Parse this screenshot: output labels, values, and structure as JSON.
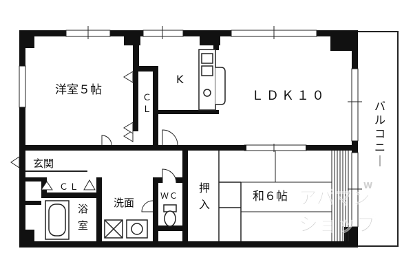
{
  "rooms": {
    "western_room": "洋室５帖",
    "kitchen": "K",
    "ldk": "ＬＤＫ１０",
    "closet_upper": [
      "Ｃ",
      "Ｌ"
    ],
    "entrance": "玄関",
    "closet_entry": "ＣＬ",
    "bath": [
      "浴",
      "室"
    ],
    "washroom": "洗面",
    "toilet": "ＷＣ",
    "storage": [
      "押",
      "入"
    ],
    "japanese_room": "和６帖",
    "balcony": "バルコニー"
  },
  "watermark": {
    "line1": "アパマン",
    "line2": "ショップ",
    "suffix": "W",
    "color": "#a9a9a9"
  },
  "colors": {
    "wall": "#111111",
    "line": "#222222",
    "bg": "#ffffff"
  }
}
